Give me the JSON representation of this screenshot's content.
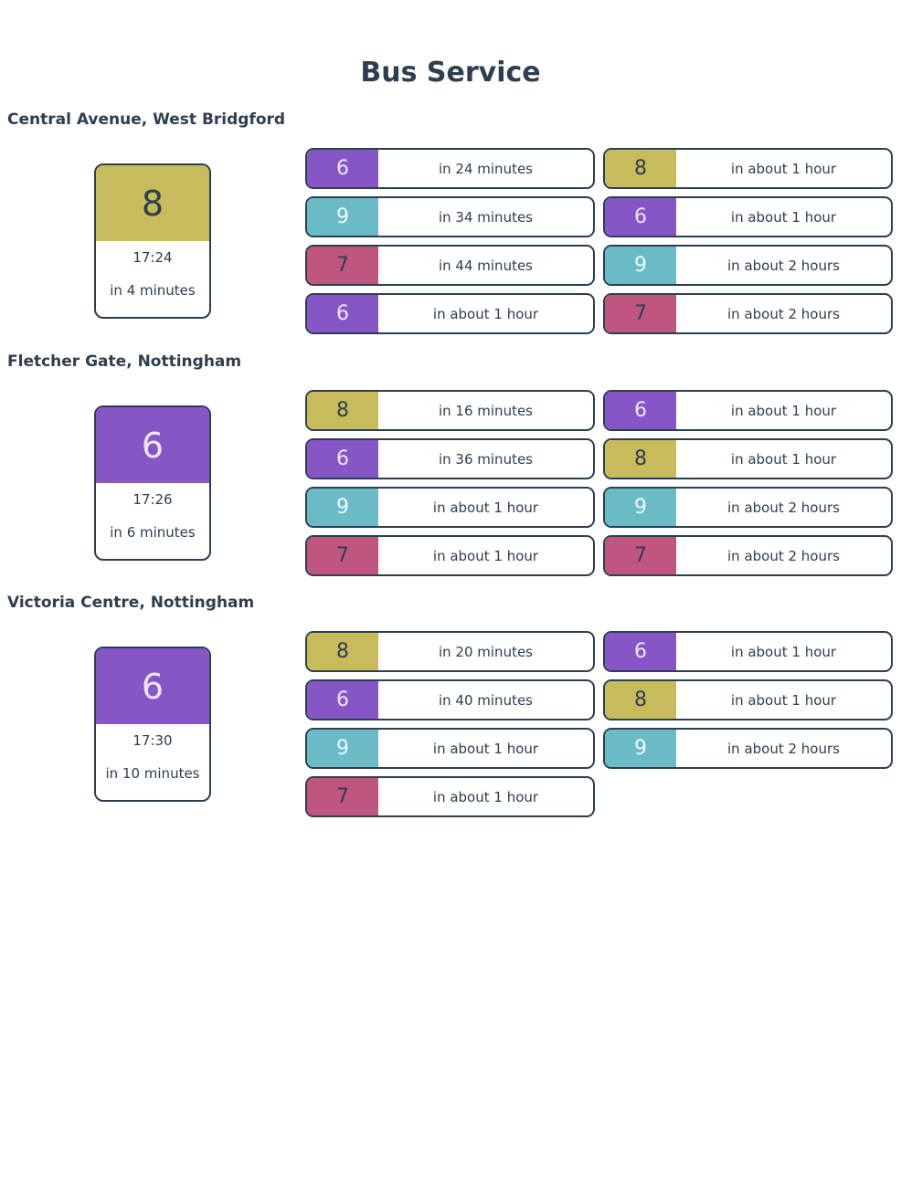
{
  "header": {
    "title": "Bus Service"
  },
  "route_colors": {
    "6": "#8656c7",
    "7": "#c0557f",
    "8": "#c8bb5b",
    "9": "#6bbbc7"
  },
  "route_text_colors": {
    "6": "#ece6ff",
    "7": "#2c3e50",
    "8": "#2c3e50",
    "9": "#eafaff"
  },
  "stops": [
    {
      "name": "Central Avenue, West Bridgford",
      "next": {
        "route": "8",
        "time": "17:24",
        "eta": "in 4 minutes"
      },
      "departures": [
        {
          "route": "6",
          "eta": "in 24 minutes"
        },
        {
          "route": "8",
          "eta": "in about 1 hour"
        },
        {
          "route": "9",
          "eta": "in 34 minutes"
        },
        {
          "route": "6",
          "eta": "in about 1 hour"
        },
        {
          "route": "7",
          "eta": "in 44 minutes"
        },
        {
          "route": "9",
          "eta": "in about 2 hours"
        },
        {
          "route": "6",
          "eta": "in about 1 hour"
        },
        {
          "route": "7",
          "eta": "in about 2 hours"
        }
      ]
    },
    {
      "name": "Fletcher Gate, Nottingham",
      "next": {
        "route": "6",
        "time": "17:26",
        "eta": "in 6 minutes"
      },
      "departures": [
        {
          "route": "8",
          "eta": "in 16 minutes"
        },
        {
          "route": "6",
          "eta": "in about 1 hour"
        },
        {
          "route": "6",
          "eta": "in 36 minutes"
        },
        {
          "route": "8",
          "eta": "in about 1 hour"
        },
        {
          "route": "9",
          "eta": "in about 1 hour"
        },
        {
          "route": "9",
          "eta": "in about 2 hours"
        },
        {
          "route": "7",
          "eta": "in about 1 hour"
        },
        {
          "route": "7",
          "eta": "in about 2 hours"
        }
      ]
    },
    {
      "name": "Victoria Centre, Nottingham",
      "next": {
        "route": "6",
        "time": "17:30",
        "eta": "in 10 minutes"
      },
      "departures": [
        {
          "route": "8",
          "eta": "in 20 minutes"
        },
        {
          "route": "6",
          "eta": "in about 1 hour"
        },
        {
          "route": "6",
          "eta": "in 40 minutes"
        },
        {
          "route": "8",
          "eta": "in about 1 hour"
        },
        {
          "route": "9",
          "eta": "in about 1 hour"
        },
        {
          "route": "9",
          "eta": "in about 2 hours"
        },
        {
          "route": "7",
          "eta": "in about 1 hour"
        }
      ]
    }
  ]
}
